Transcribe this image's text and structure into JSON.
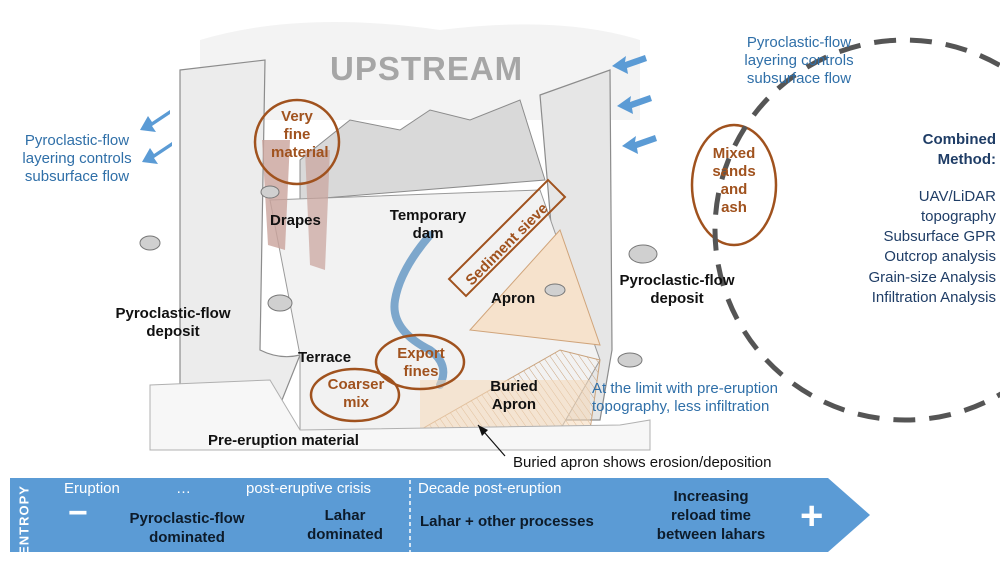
{
  "title": "UPSTREAM",
  "labels": {
    "very_fine": [
      "Very",
      "fine",
      "material"
    ],
    "mixed": [
      "Mixed",
      "sands",
      "and",
      "ash"
    ],
    "drapes": "Drapes",
    "temporary_dam": [
      "Temporary",
      "dam"
    ],
    "sediment_sieve": "Sediment sieve",
    "apron": "Apron",
    "pf_deposit_left": [
      "Pyroclastic-flow",
      "deposit"
    ],
    "pf_deposit_right": [
      "Pyroclastic-flow",
      "deposit"
    ],
    "terrace": "Terrace",
    "export_fines": [
      "Export",
      "fines"
    ],
    "coarser_mix": [
      "Coarser",
      "mix"
    ],
    "buried_apron": [
      "Buried",
      "Apron"
    ],
    "pre_eruption_material": "Pre-eruption material",
    "buried_apron_note": "Buried apron shows erosion/deposition",
    "limit_note": [
      "At the limit with pre-eruption",
      "topography, less infiltration"
    ],
    "layering_left": [
      "Pyroclastic-flow",
      "layering controls",
      "subsurface flow"
    ],
    "layering_right": [
      "Pyroclastic-flow",
      "layering controls",
      "subsurface flow"
    ]
  },
  "method": {
    "title": [
      "Combined",
      "Method:"
    ],
    "items": [
      "UAV/LiDAR",
      "topography",
      "Subsurface GPR",
      "Outcrop analysis",
      "Grain-size Analysis",
      "Infiltration Analysis"
    ]
  },
  "timeline": {
    "axis_label": "ENTROPY",
    "minus": "−",
    "plus": "+",
    "eruption": "Eruption",
    "ellipsis": "…",
    "crisis": "post-eruptive crisis",
    "decade": "Decade post-eruption",
    "pf_dominated": [
      "Pyroclastic-flow",
      "dominated"
    ],
    "lahar_dominated": [
      "Lahar",
      "dominated"
    ],
    "lahar_other": "Lahar + other processes",
    "reload": [
      "Increasing",
      "reload time",
      "between lahars"
    ]
  },
  "colors": {
    "arrow": "#5b9bd5",
    "ellipse": "#a0521e",
    "blue_text": "#2f6fa8",
    "apron": "#f6d9b8",
    "dashed_circle": "#555555"
  }
}
